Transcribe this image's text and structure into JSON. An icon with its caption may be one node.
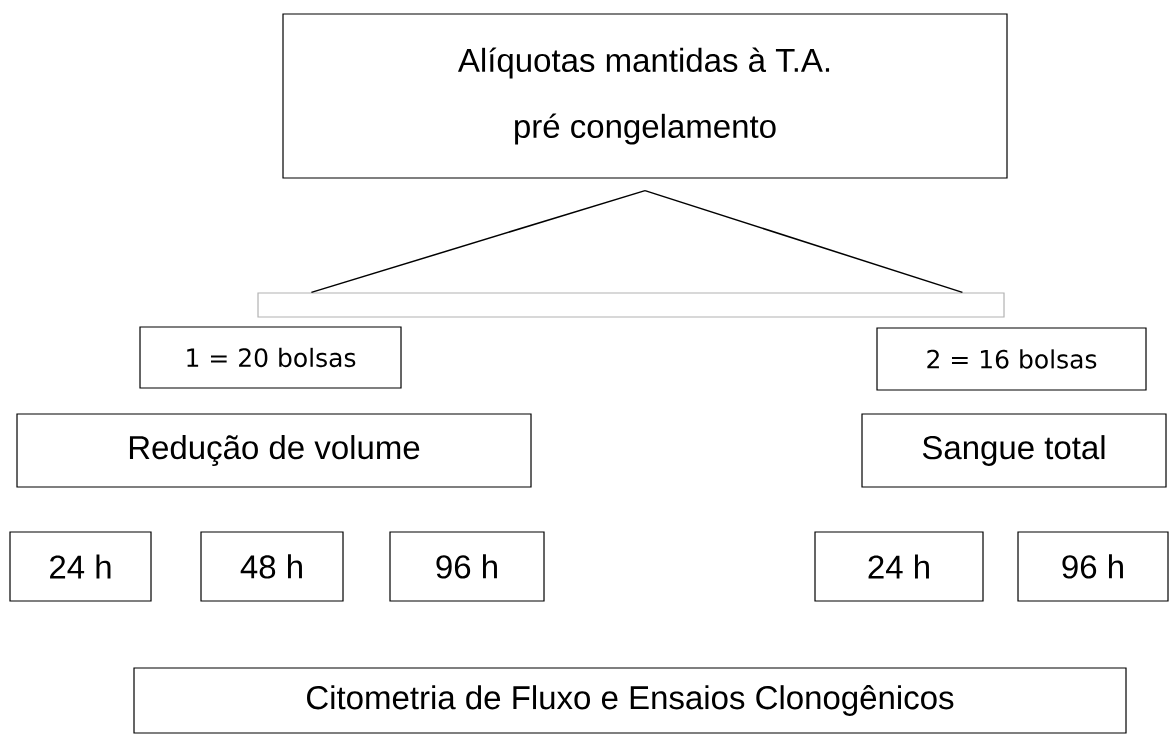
{
  "diagram": {
    "nodes": [
      {
        "text": [
          "Alíquotas mantidas à T.A.",
          "pré congelamento"
        ]
      },
      {
        "text": [],
        "shape": "bar"
      },
      {
        "text": [
          "1 = 20 bolsas"
        ]
      },
      {
        "text": [
          "2 = 16 bolsas"
        ]
      },
      {
        "text": [
          "Redução de volume"
        ]
      },
      {
        "text": [
          "Sangue total"
        ]
      },
      {
        "text": [
          "24 h"
        ]
      },
      {
        "text": [
          "48 h"
        ]
      },
      {
        "text": [
          "96 h"
        ]
      },
      {
        "text": [
          "24 h"
        ]
      },
      {
        "text": [
          "96 h"
        ]
      },
      {
        "text": [
          "Citometria de Fluxo e Ensaios Clonogênicos"
        ]
      }
    ],
    "edges": [
      {
        "from": 0,
        "to": 1,
        "arrow": "none"
      },
      {
        "from": 0,
        "to": 1,
        "arrow": "none"
      }
    ]
  }
}
